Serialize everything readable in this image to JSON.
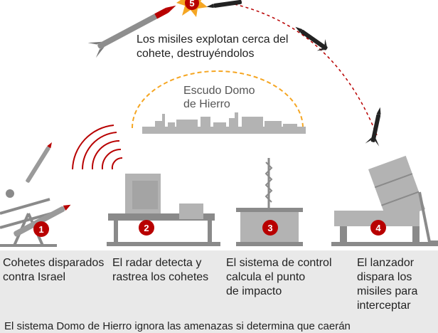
{
  "labels": {
    "explosion": "Los misiles explotan cerca del cohete, destruyéndolos",
    "dome": "Escudo Domo de Hierro"
  },
  "explosion_lines": [
    "Los misiles explotan cerca del",
    "cohete, destruyéndolos"
  ],
  "dome_lines": [
    "Escudo Domo",
    "de Hierro"
  ],
  "explosion_badge": "5",
  "steps": [
    {
      "number": "1",
      "lines": [
        "Cohetes disparados",
        "contra Israel"
      ]
    },
    {
      "number": "2",
      "lines": [
        "El radar detecta y",
        "rastrea los cohetes"
      ]
    },
    {
      "number": "3",
      "lines": [
        "El sistema de control",
        "calcula el punto",
        "de impacto"
      ]
    },
    {
      "number": "4",
      "lines": [
        "El lanzador",
        "dispara los",
        "misiles para",
        "interceptar"
      ]
    }
  ],
  "footnote": "El sistema Domo de Hierro ignora las amenazas si determina que caerán",
  "colors": {
    "badge_red": "#b80000",
    "dome_orange": "#f5a623",
    "radar_waves": "#b80000",
    "trajectory": "#b80000",
    "equipment": "#b3b3b3",
    "equipment_dark": "#8a8a8a",
    "band": "#e9e9e9"
  }
}
